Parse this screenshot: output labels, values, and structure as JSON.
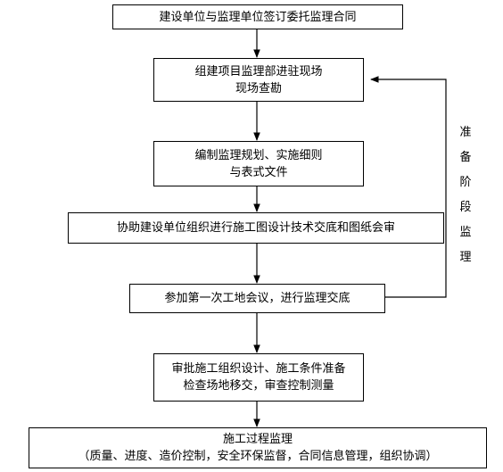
{
  "steps": [
    {
      "lines": [
        "建设单位与监理单位签订委托监理合同"
      ]
    },
    {
      "lines": [
        "组建项目监理部进驻现场",
        "现场查勘"
      ]
    },
    {
      "lines": [
        "编制监理规划、实施细则",
        "与表式文件"
      ]
    },
    {
      "lines": [
        "协助建设单位组织进行施工图设计技术交底和图纸会审"
      ]
    },
    {
      "lines": [
        "参加第一次工地会议，进行监理交底"
      ]
    },
    {
      "lines": [
        "审批施工组织设计、施工条件准备",
        "检查场地移交，审查控制测量"
      ]
    },
    {
      "lines": [
        "施工过程监理",
        "（质量、进度、造价控制，安全环保监督，合同信息管理，组织协调）"
      ]
    }
  ],
  "feedback_label": [
    "准",
    "备",
    "阶",
    "段",
    "监",
    "理"
  ]
}
